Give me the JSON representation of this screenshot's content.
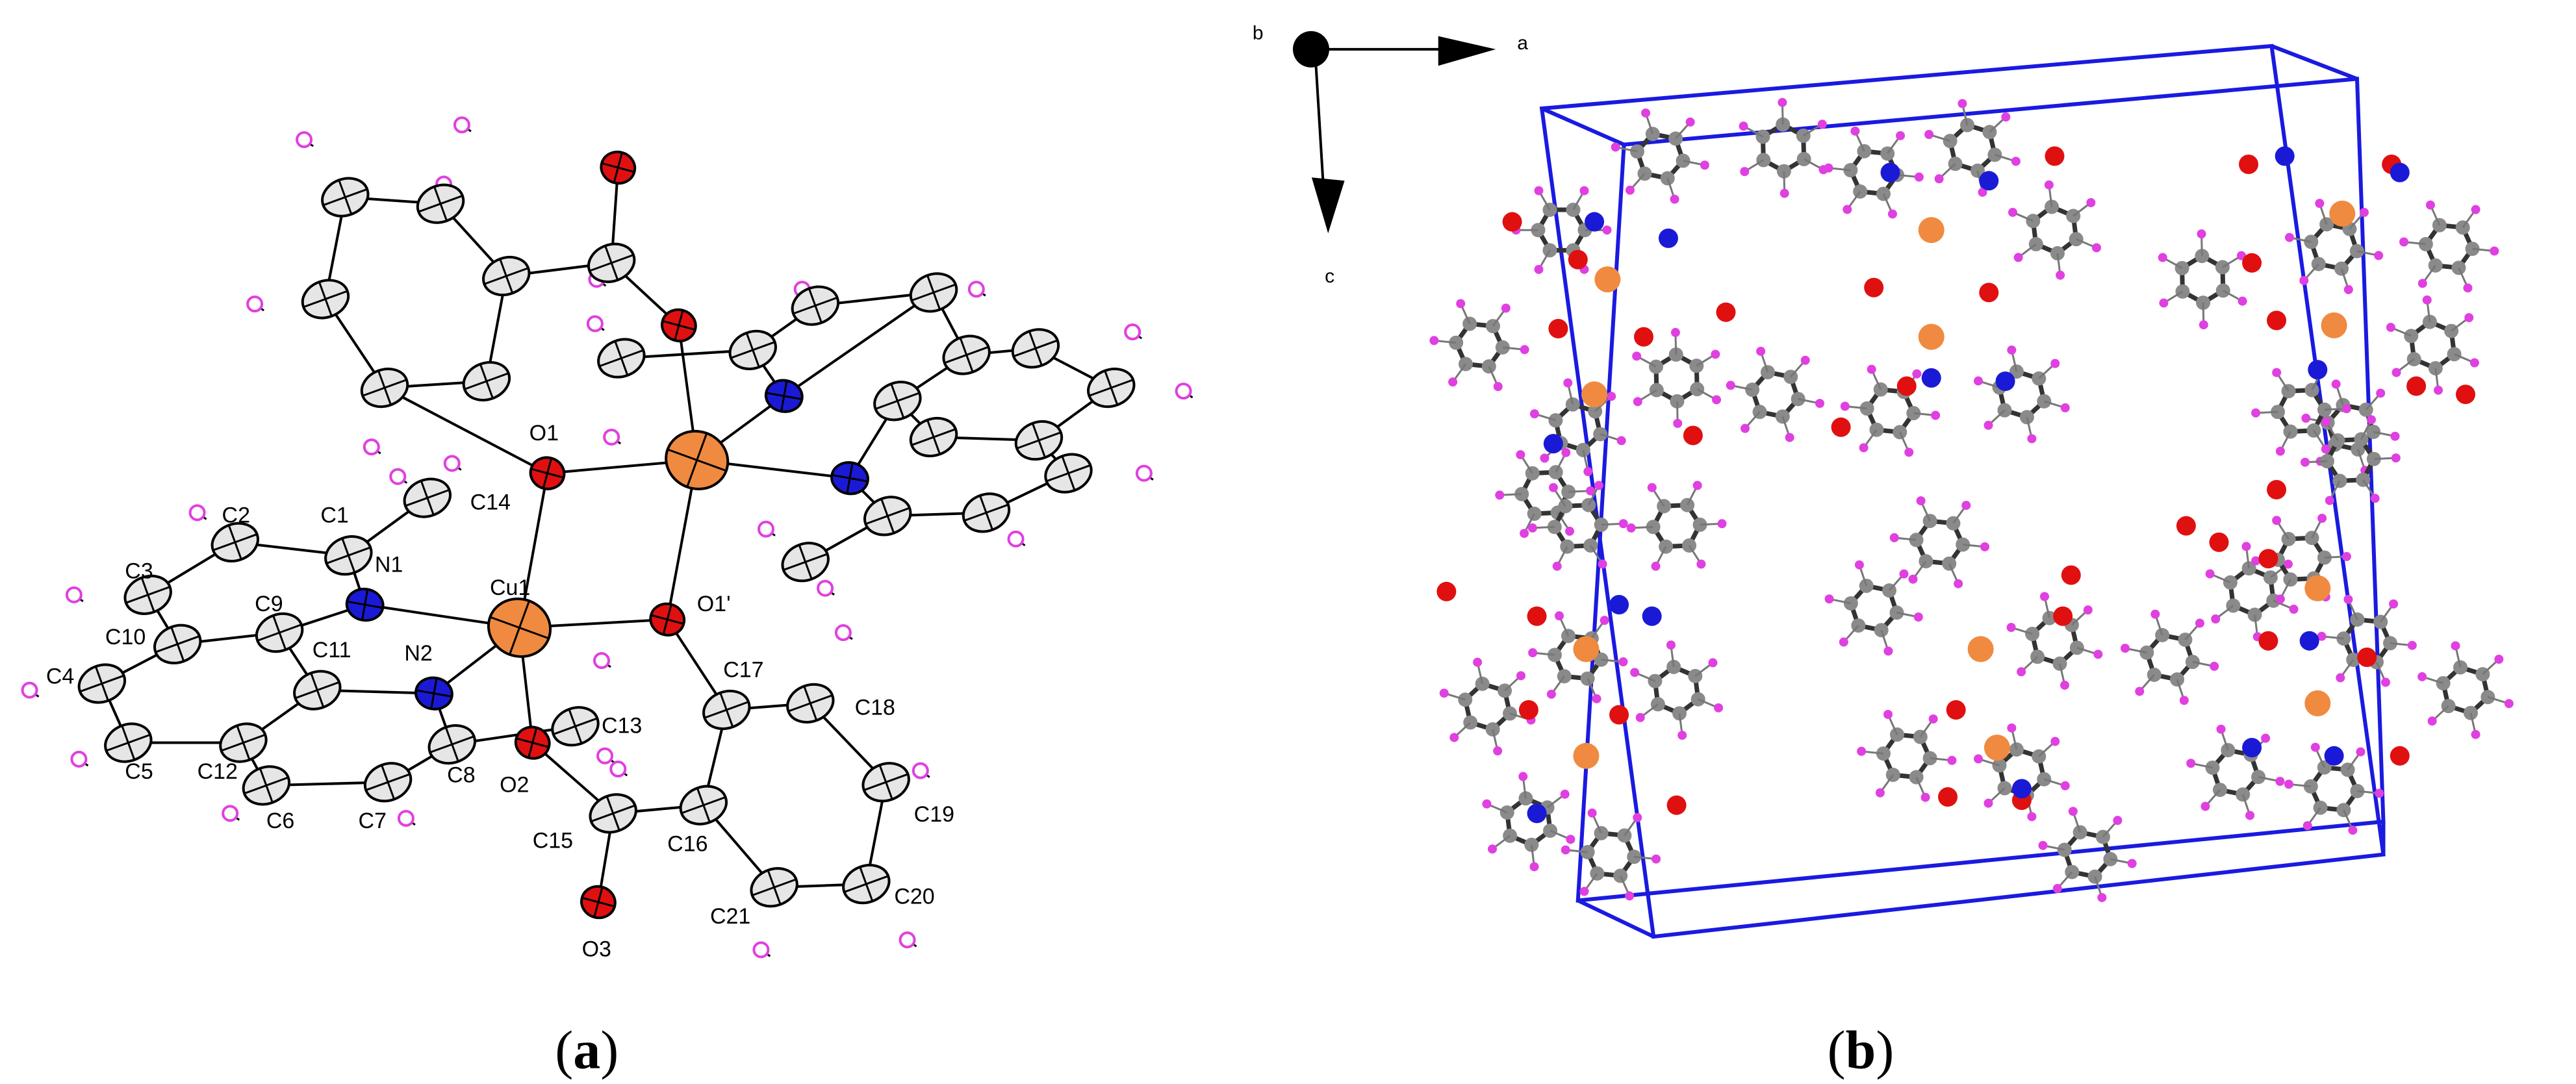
{
  "panels": [
    {
      "id": "a",
      "caption_open": "(",
      "caption_letter": "a",
      "caption_close": ")"
    },
    {
      "id": "b",
      "caption_open": "(",
      "caption_letter": "b",
      "caption_close": ")"
    }
  ],
  "atom_labels": [
    "O1",
    "C14",
    "C2",
    "C1",
    "N1",
    "Cu1",
    "O1'",
    "C3",
    "C9",
    "C10",
    "C11",
    "N2",
    "C17",
    "C18",
    "C4",
    "C13",
    "C12",
    "C8",
    "O2",
    "C5",
    "C6",
    "C7",
    "C19",
    "C15",
    "C16",
    "C20",
    "C21",
    "O3"
  ],
  "axes": {
    "b": "b",
    "a": "a",
    "c": "c"
  },
  "colors": {
    "carbon": "#b8b8b8",
    "carbon_dark": "#8a8a8a",
    "oxygen": "#e01010",
    "nitrogen": "#1a1ad6",
    "copper": "#f08a40",
    "hydrogen": "#e040e0",
    "cell": "#1a1ae0",
    "bond": "#000000"
  }
}
